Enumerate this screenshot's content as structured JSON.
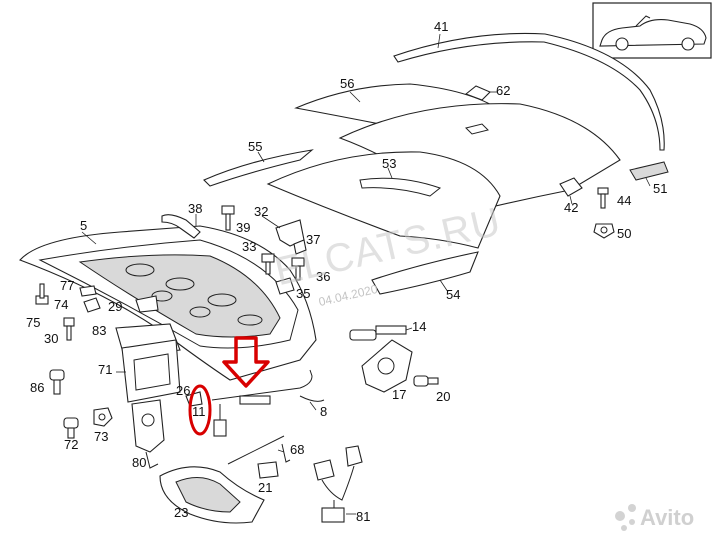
{
  "watermark": "ELCATS.RU",
  "date_stamp": "04.04.2020",
  "avito_mark": "Avito",
  "callout_labels": [
    {
      "id": "41",
      "text": "41"
    },
    {
      "id": "62",
      "text": "62"
    },
    {
      "id": "56",
      "text": "56"
    },
    {
      "id": "55",
      "text": "55"
    },
    {
      "id": "53",
      "text": "53"
    },
    {
      "id": "51",
      "text": "51"
    },
    {
      "id": "42",
      "text": "42"
    },
    {
      "id": "44",
      "text": "44"
    },
    {
      "id": "50",
      "text": "50"
    },
    {
      "id": "5",
      "text": "5"
    },
    {
      "id": "38",
      "text": "38"
    },
    {
      "id": "32",
      "text": "32"
    },
    {
      "id": "39",
      "text": "39"
    },
    {
      "id": "33",
      "text": "33"
    },
    {
      "id": "37",
      "text": "37"
    },
    {
      "id": "36",
      "text": "36"
    },
    {
      "id": "35",
      "text": "35"
    },
    {
      "id": "54",
      "text": "54"
    },
    {
      "id": "77",
      "text": "77"
    },
    {
      "id": "74",
      "text": "74"
    },
    {
      "id": "29",
      "text": "29"
    },
    {
      "id": "75",
      "text": "75"
    },
    {
      "id": "30",
      "text": "30"
    },
    {
      "id": "83",
      "text": "83"
    },
    {
      "id": "14",
      "text": "14"
    },
    {
      "id": "71",
      "text": "71"
    },
    {
      "id": "86",
      "text": "86"
    },
    {
      "id": "26",
      "text": "26"
    },
    {
      "id": "11",
      "text": "11"
    },
    {
      "id": "17",
      "text": "17"
    },
    {
      "id": "20",
      "text": "20"
    },
    {
      "id": "8",
      "text": "8"
    },
    {
      "id": "72",
      "text": "72"
    },
    {
      "id": "73",
      "text": "73"
    },
    {
      "id": "68",
      "text": "68"
    },
    {
      "id": "80",
      "text": "80"
    },
    {
      "id": "21",
      "text": "21"
    },
    {
      "id": "23",
      "text": "23"
    },
    {
      "id": "81",
      "text": "81"
    }
  ],
  "highlight_colors": {
    "arrow": "#d80000",
    "ellipse": "#d80000"
  }
}
